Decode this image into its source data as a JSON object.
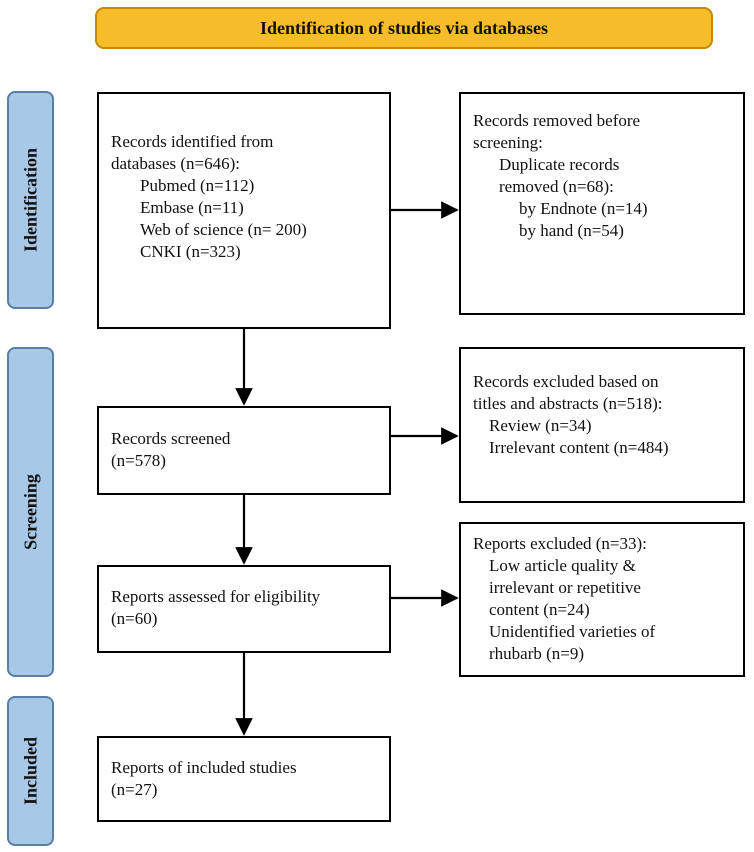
{
  "header": {
    "title": "Identification of studies via databases"
  },
  "stages": {
    "identification": "Identification",
    "screening": "Screening",
    "included": "Included"
  },
  "boxes": {
    "records_identified": {
      "title_1": "Records identified from",
      "title_2": "databases (n=646):",
      "items": [
        "Pubmed (n=112)",
        "Embase (n=11)",
        "Web of science (n= 200)",
        "CNKI (n=323)"
      ]
    },
    "records_removed": {
      "title_1": "Records removed before",
      "title_2": "screening:",
      "sub_1": "Duplicate records",
      "sub_2": "removed (n=68):",
      "items": [
        "by Endnote (n=14)",
        "by hand (n=54)"
      ]
    },
    "records_screened": {
      "line_1": "Records screened",
      "line_2": "(n=578)"
    },
    "records_excluded": {
      "title_1": "Records excluded based on",
      "title_2": "titles and abstracts (n=518):",
      "items": [
        "Review (n=34)",
        "Irrelevant content (n=484)"
      ]
    },
    "reports_assessed": {
      "line_1": "Reports assessed for eligibility",
      "line_2": "(n=60)"
    },
    "reports_excluded": {
      "title": "Reports excluded (n=33):",
      "lines": [
        "Low article quality &",
        "irrelevant or repetitive",
        "content (n=24)",
        "Unidentified varieties of",
        "rhubarb (n=9)"
      ]
    },
    "included_studies": {
      "line_1": "Reports of included studies",
      "line_2": "(n=27)"
    }
  }
}
